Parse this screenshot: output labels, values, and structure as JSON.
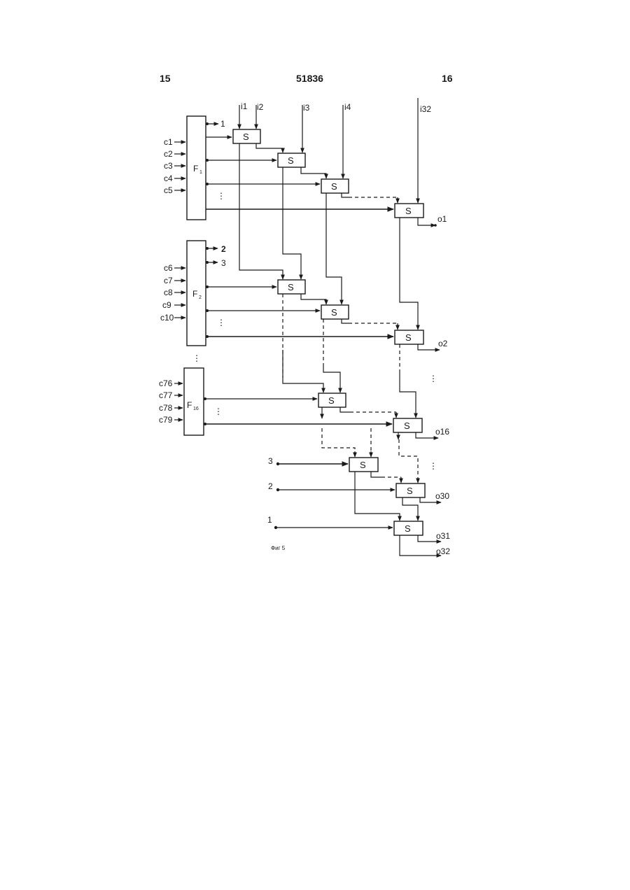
{
  "header": {
    "left": "15",
    "center": "51836",
    "right": "16"
  },
  "top_inputs": [
    "i1",
    "i2",
    "i3",
    "i4",
    "i32"
  ],
  "filters": [
    {
      "label": "F",
      "sub": "1",
      "inputs": [
        "c1",
        "c2",
        "c3",
        "c4",
        "c5"
      ],
      "outputs": [
        "1"
      ]
    },
    {
      "label": "F",
      "sub": "2",
      "inputs": [
        "c6",
        "c7",
        "c8",
        "c9",
        "c10"
      ],
      "outputs": [
        "2",
        "3"
      ]
    },
    {
      "label": "F",
      "sub": "16",
      "inputs": [
        "c76",
        "c77",
        "c78",
        "c79"
      ],
      "outputs": []
    }
  ],
  "block_label": "S",
  "outputs": [
    "o1",
    "o2",
    "o16",
    "o30",
    "o31",
    "o32"
  ],
  "bottom_inputs": [
    "3",
    "2",
    "1"
  ],
  "caption": "Фиг 5"
}
